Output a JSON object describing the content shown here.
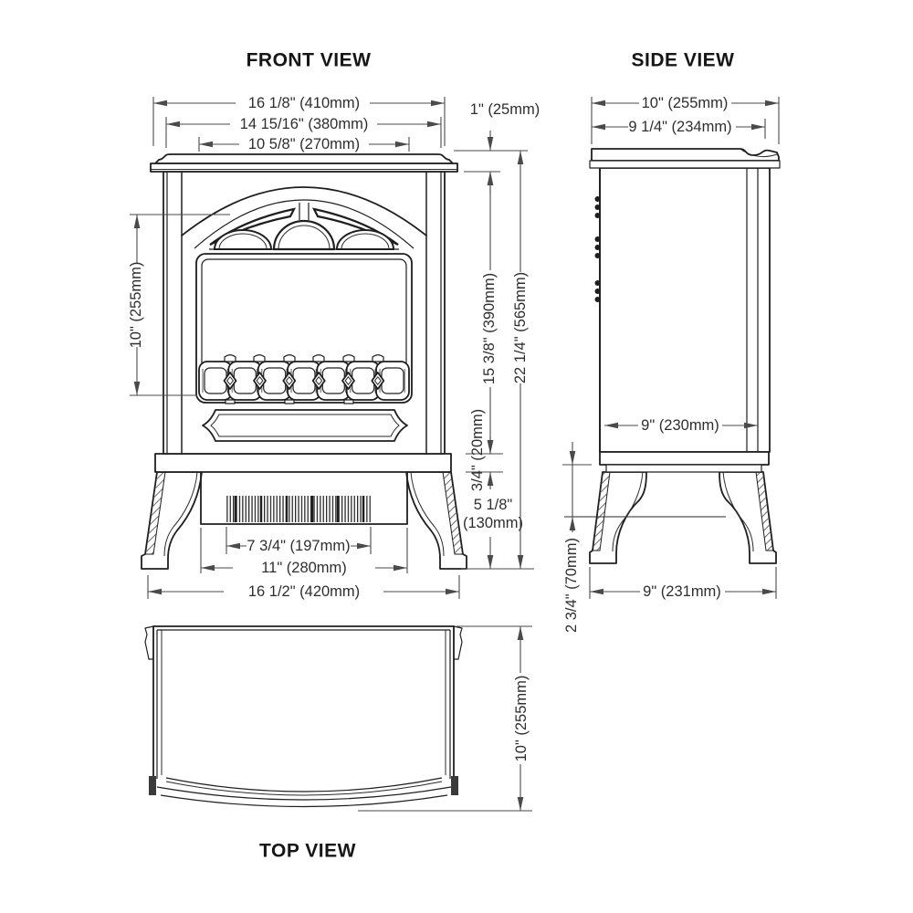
{
  "page": {
    "bg": "#ffffff",
    "ink": "#1f1f1f",
    "dim_ink": "#4a4a4a"
  },
  "front_view": {
    "title": "FRONT VIEW",
    "dim_top_outer": "16 1/8\" (410mm)",
    "dim_top_mid": "14 15/16\" (380mm)",
    "dim_top_inner": "10 5/8\" (270mm)",
    "dim_cap_height": "1\" (25mm)",
    "dim_window_height": "10\" (255mm)",
    "dim_body_height": "15 3/8\" (390mm)",
    "dim_total_height": "22 1/4\" (565mm)",
    "dim_base_thickness": "3/4\" (20mm)",
    "dim_leg_height_in": "5 1/8\"",
    "dim_leg_height_mm": "(130mm)",
    "dim_vent_width": "7 3/4\" (197mm)",
    "dim_base_width": "11\" (280mm)",
    "dim_bottom_outer": "16 1/2\" (420mm)"
  },
  "side_view": {
    "title": "SIDE VIEW",
    "dim_depth_outer": "10\" (255mm)",
    "dim_depth_body": "9 1/4\" (234mm)",
    "dim_depth_inner": "9\" (230mm)",
    "dim_floor_clearance": "2 3/4\" (70mm)",
    "dim_feet_depth": "9\" (231mm)"
  },
  "top_view": {
    "title": "TOP VIEW",
    "dim_depth": "10\" (255mm)"
  }
}
